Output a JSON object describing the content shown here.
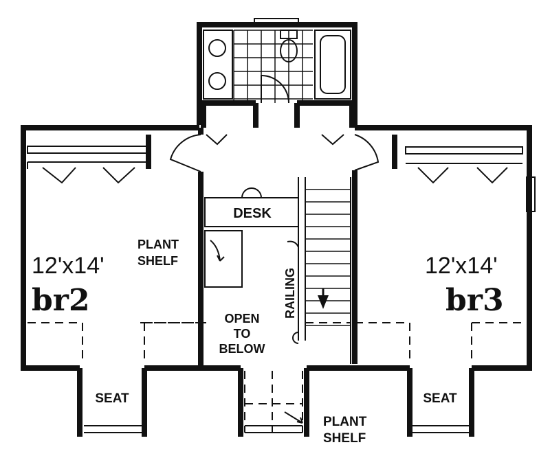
{
  "rooms": {
    "br2": {
      "size": "12'x14'",
      "name": "br2"
    },
    "br3": {
      "size": "12'x14'",
      "name": "br3"
    }
  },
  "labels": {
    "desk": "DESK",
    "plant_shelf_top_1": "PLANT",
    "plant_shelf_top_2": "SHELF",
    "railing": "RAILING",
    "open_1": "OPEN",
    "open_2": "TO",
    "open_3": "BELOW",
    "seat_left": "SEAT",
    "seat_right": "SEAT",
    "plant_shelf_bottom_1": "PLANT",
    "plant_shelf_bottom_2": "SHELF"
  }
}
